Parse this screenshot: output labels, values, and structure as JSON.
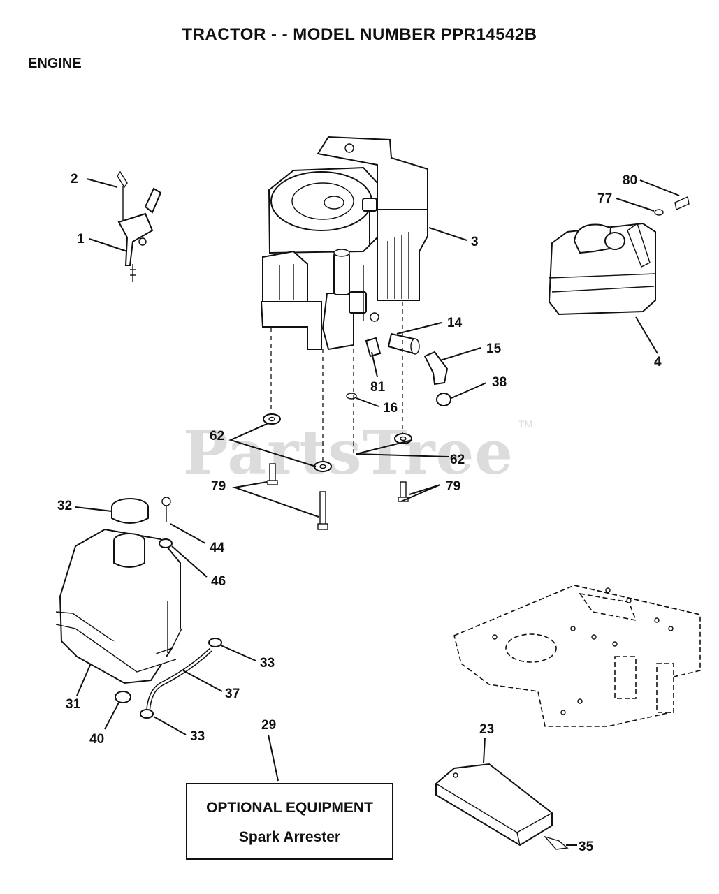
{
  "header": {
    "title": "TRACTOR - - MODEL NUMBER PPR14542B",
    "section": "ENGINE"
  },
  "watermark": {
    "text": "PartsTree",
    "trademark": "TM"
  },
  "callouts": [
    "2",
    "1",
    "3",
    "80",
    "77",
    "4",
    "14",
    "15",
    "38",
    "81",
    "16",
    "62",
    "62",
    "79",
    "79",
    "32",
    "44",
    "46",
    "31",
    "33",
    "37",
    "40",
    "33",
    "29",
    "23",
    "35"
  ],
  "optional_box": {
    "heading": "OPTIONAL EQUIPMENT",
    "item": "Spark Arrester"
  }
}
